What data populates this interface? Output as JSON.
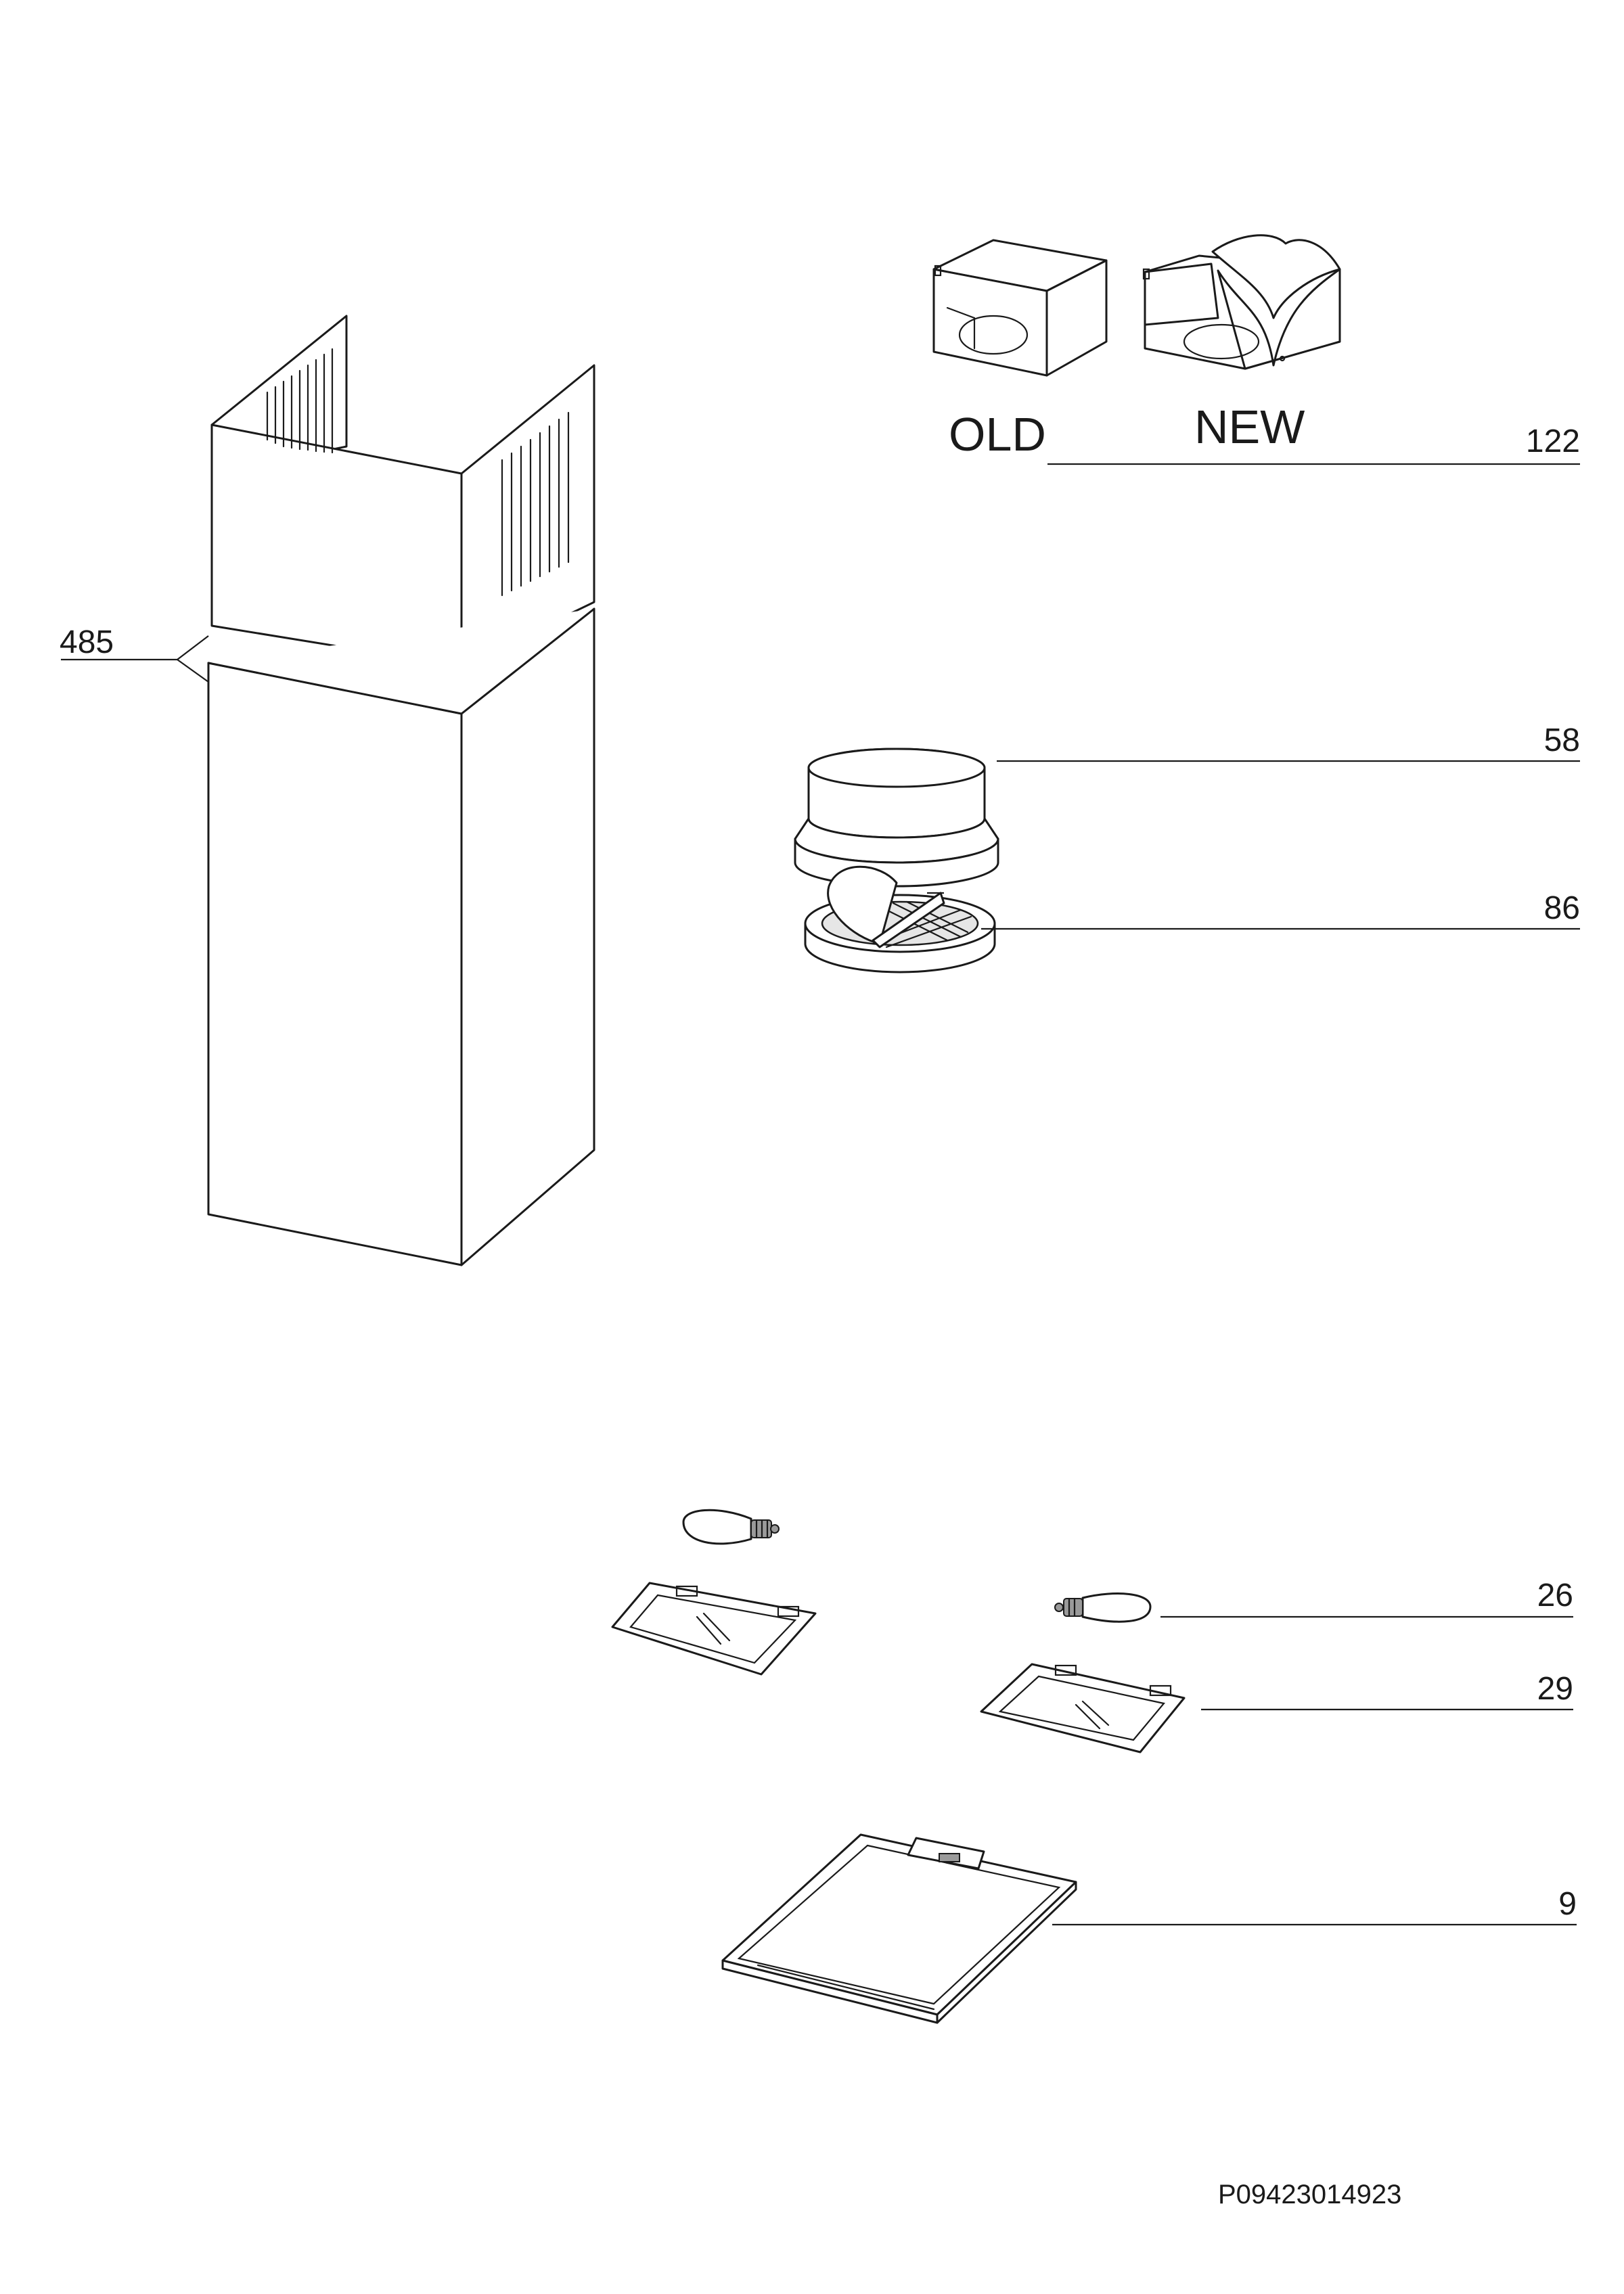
{
  "duct_adapter": {
    "old_label": "OLD",
    "new_label": "NEW",
    "part_number": "122"
  },
  "chimney": {
    "part_number": "485"
  },
  "flange": {
    "part_number": "58"
  },
  "check_valve": {
    "part_number": "86"
  },
  "lamp_bulb": {
    "part_number": "26"
  },
  "lamp_cover": {
    "part_number": "29"
  },
  "grease_filter": {
    "part_number": "9"
  },
  "document_code": "P09423014923"
}
